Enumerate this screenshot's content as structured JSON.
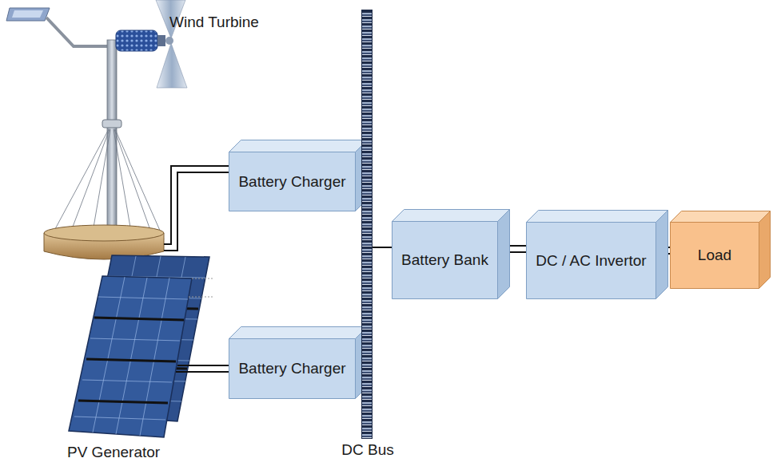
{
  "diagram": {
    "nodes": [
      {
        "text": [
          "Battery Charger"
        ]
      },
      {
        "text": [
          "Battery Charger"
        ]
      },
      {
        "text": [
          "DC Bus"
        ]
      },
      {
        "text": [
          "Battery Bank"
        ]
      },
      {
        "text": [
          "DC / AC Invertor"
        ]
      },
      {
        "text": [
          "Load"
        ]
      }
    ],
    "edges": [
      {
        "from": 0,
        "to": 2,
        "arrow": "none"
      },
      {
        "from": 1,
        "to": 2,
        "arrow": "none"
      },
      {
        "from": 2,
        "to": 3,
        "arrow": "none"
      },
      {
        "from": 3,
        "to": 4,
        "arrow": "none"
      },
      {
        "from": 4,
        "to": 5,
        "arrow": "none"
      }
    ],
    "labels": [
      "Wind Turbine",
      "PV Generator"
    ]
  }
}
